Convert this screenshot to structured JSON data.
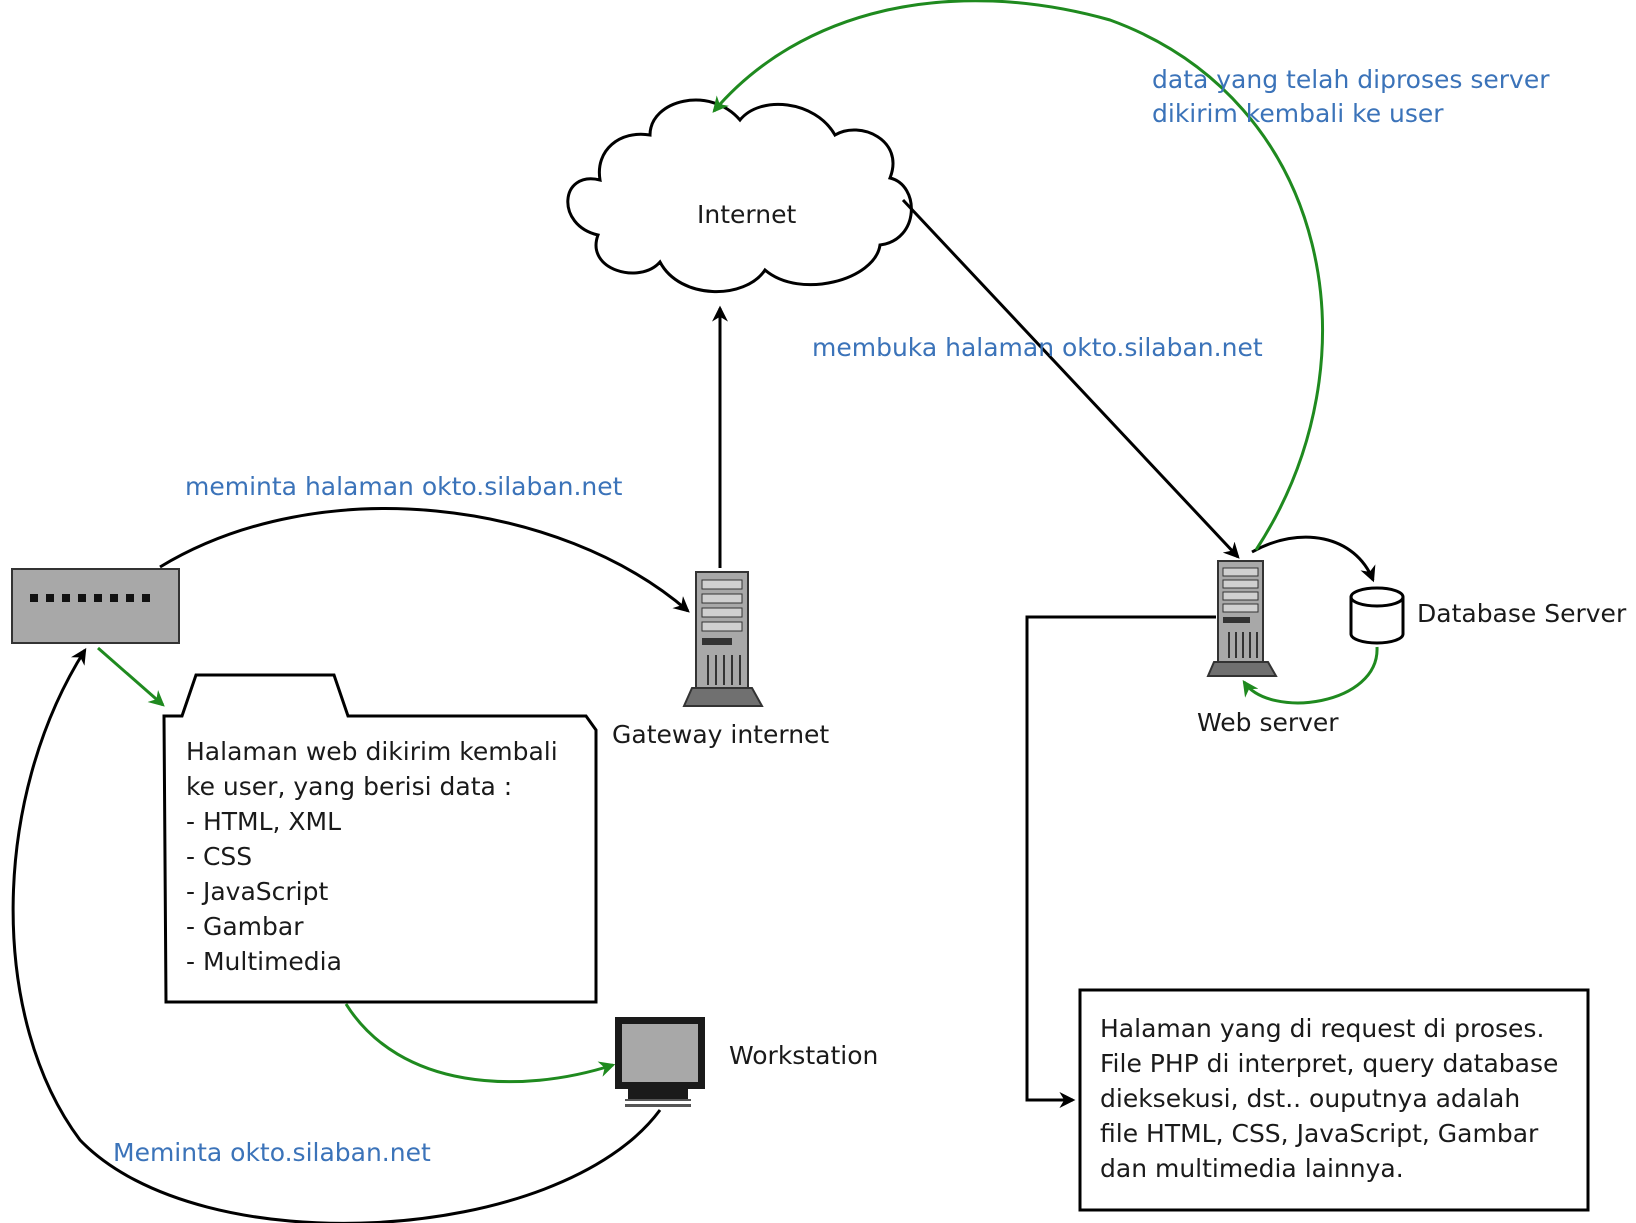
{
  "nodes": {
    "internet": "Internet",
    "gateway": "Gateway internet",
    "webserver": "Web server",
    "database": "Database Server",
    "workstation": "Workstation"
  },
  "annotations": {
    "meminta_halaman": "meminta halaman okto.silaban.net",
    "membuka_halaman": "membuka halaman okto.silaban.net",
    "data_diproses_line1": "data yang telah diproses server",
    "data_diproses_line2": "dikirim kembali ke user",
    "meminta_okto": "Meminta okto.silaban.net"
  },
  "folder_note": {
    "lines": [
      "Halaman web dikirim kembali",
      "ke user, yang berisi data :",
      "- HTML, XML",
      "- CSS",
      "- JavaScript",
      "- Gambar",
      "- Multimedia"
    ]
  },
  "process_note": {
    "lines": [
      "Halaman yang di request di proses.",
      "File PHP di interpret, query database",
      "dieksekusi, dst.. ouputnya adalah",
      "file HTML, CSS, JavaScript, Gambar",
      "dan multimedia lainnya."
    ]
  },
  "colors": {
    "request_arrow": "#000000",
    "response_arrow": "#1f8a1f",
    "annotation_text": "#3b73b9",
    "server_gray": "#a6a6a6"
  },
  "icons": [
    "cloud-icon",
    "switch-icon",
    "folder-icon",
    "server-icon",
    "database-icon",
    "monitor-icon"
  ]
}
